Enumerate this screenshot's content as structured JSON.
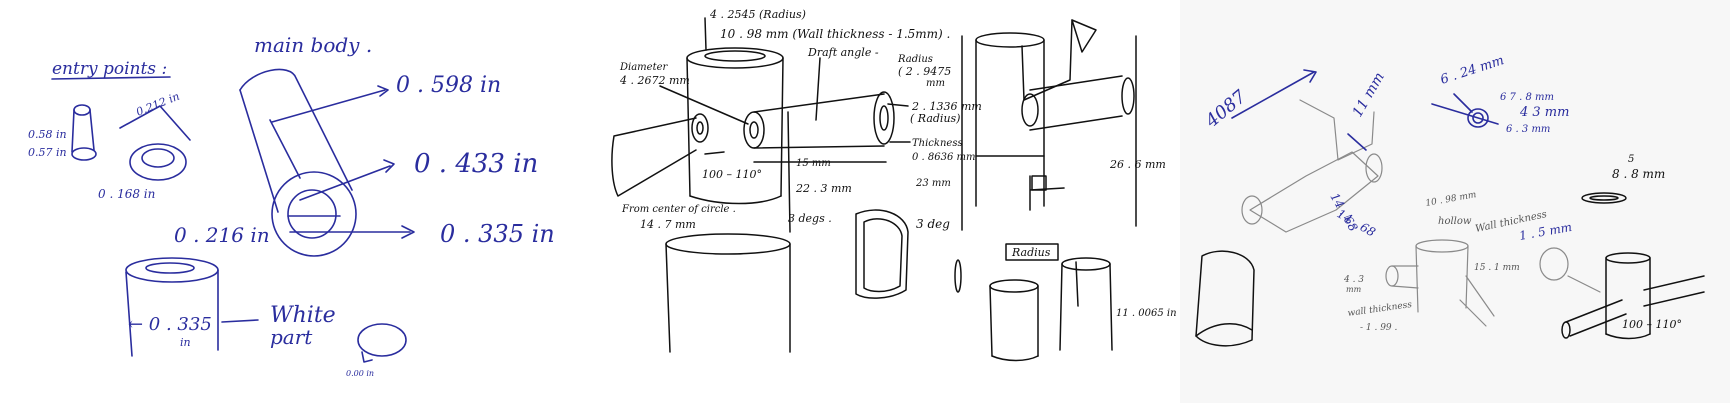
{
  "sheet1": {
    "entry_points": "entry points :",
    "main_body": "main body .",
    "dim_0598": "0 . 598 in",
    "dim_0433": "0 . 433 in",
    "dim_0335_big": "0 . 335 in",
    "dim_0216": "0 . 216 in",
    "dim_0212": "0.212 in",
    "dim_058": "0.58 in",
    "dim_057": "0.57 in",
    "dim_0168": "0 . 168 in",
    "dim_0335_small": "← 0 . 335",
    "dim_in": "in",
    "white_part": "White",
    "white_part2": "part",
    "small_label": "0.00 in"
  },
  "sheet2": {
    "radius_42545": "4 . 2545 (Radius)",
    "wall_thickness": "10 . 98 mm (Wall thickness - 1.5mm) .",
    "diameter": "Diameter",
    "diameter_val": "4 . 2672 mm",
    "draft_angle": "Draft angle -",
    "radius_29475": "Radius",
    "radius_29475_val": "( 2 . 9475",
    "radius_29475_unit": "mm",
    "radius_21336": "2 . 1336 mm",
    "radius_21336_lbl": "( Radius)",
    "thickness": "Thickness",
    "thickness_val": "0 . 8636 mm",
    "mm23": "23 mm",
    "mm15": "15 mm",
    "mm223": "22 . 3 mm",
    "angle_range": "100 – 110°",
    "from_center": "From center of circle .",
    "from_center_val": "14 . 7 mm",
    "deg3a": "3 degs .",
    "deg3b": "3 deg",
    "radius_box": "Radius",
    "mm266": "26 . 6 mm",
    "mm110065": "11 . 0065 in"
  },
  "sheet3": {
    "len4087": "4087",
    "mm11": "11 mm",
    "mm1468a": "14 . 68",
    "mm1468b": "14 . 68",
    "mm624": "6 . 24 mm",
    "mm678": "6 7 . 8 mm",
    "mm43": "4 3 mm",
    "mm43b": "6 . 3 mm",
    "mm88_top": "5",
    "mm88": "8 . 8 mm",
    "mm1098": "10 . 98 mm",
    "hollow": "hollow",
    "wall_thick": "Wall thickness",
    "wall_thick_val": "1 . 5 mm",
    "mm151": "15 . 1 mm",
    "mm43c": "4 . 3",
    "mm43c_unit": "mm",
    "wall_thick2": "wall thickness",
    "wall_thick2_val": "- 1 . 99 .",
    "angle_range2": "100 – 110°"
  }
}
